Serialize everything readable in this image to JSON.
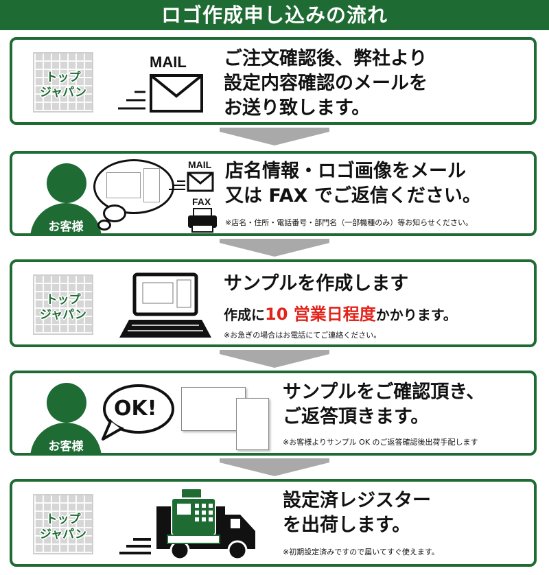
{
  "header": {
    "title": "ロゴ作成申し込みの流れ"
  },
  "badges": {
    "top_japan_line1": "トップ",
    "top_japan_line2": "ジャパン",
    "customer": "お客様"
  },
  "icons": {
    "mail_label": "MAIL",
    "fax_label": "FAX",
    "ok_label": "OK!"
  },
  "steps": [
    {
      "actor": "top-japan",
      "lines": [
        "ご注文確認後、弊社より",
        "設定内容確認のメールを",
        "お送り致します。"
      ]
    },
    {
      "actor": "customer",
      "lines": [
        "店名情報・ロゴ画像をメール",
        "又は FAX でご返信ください。"
      ],
      "note": "※店名・住所・電話番号・部門名（一部機種のみ）等お知らせください。"
    },
    {
      "actor": "top-japan",
      "lines": [
        "サンプルを作成します"
      ],
      "sub_prefix": "作成に",
      "sub_highlight": "10 営業日程度",
      "sub_suffix": "かかります。",
      "note": "※お急ぎの場合はお電話にてご連絡ください。"
    },
    {
      "actor": "customer",
      "lines": [
        "サンプルをご確認頂き、",
        "ご返答頂きます。"
      ],
      "note": "※お客様よりサンプル OK のご返答確認後出荷手配します"
    },
    {
      "actor": "top-japan",
      "lines": [
        "設定済レジスター",
        "を出荷します。"
      ],
      "note": "※初期設定済みですので届いてすぐ使えます。"
    }
  ],
  "colors": {
    "brand_green": "#1f6b34",
    "highlight_red": "#e2231a",
    "arrow_gray": "#a9a9a9"
  }
}
